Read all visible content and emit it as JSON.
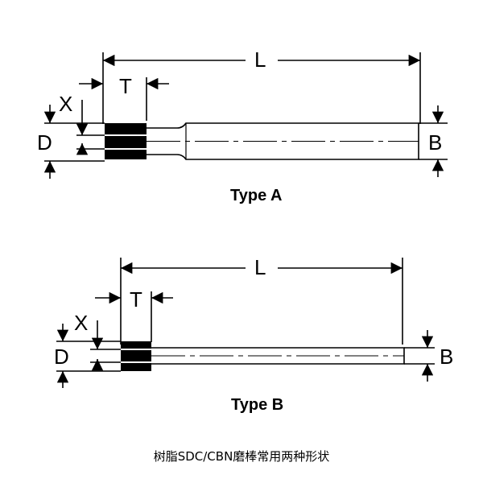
{
  "figures": [
    {
      "type_label": "Type A",
      "dimensions": {
        "L": "L",
        "T": "T",
        "X": "X",
        "D": "D",
        "B": "B"
      }
    },
    {
      "type_label": "Type B",
      "dimensions": {
        "L": "L",
        "T": "T",
        "X": "X",
        "D": "D",
        "B": "B"
      }
    }
  ],
  "caption": "树脂SDC/CBN磨棒常用两种形状",
  "colors": {
    "ink": "#000000",
    "background": "#ffffff"
  }
}
